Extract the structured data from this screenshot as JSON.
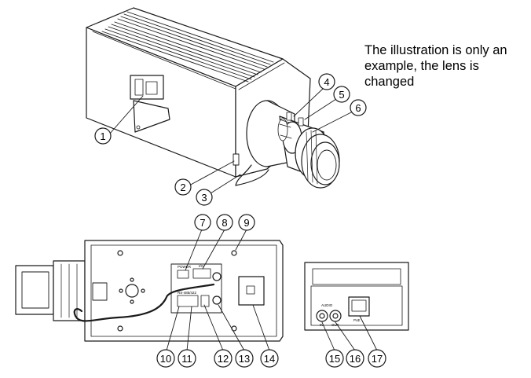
{
  "note": {
    "lines": [
      "The illustration is only an",
      "example, the lens is",
      "changed"
    ]
  },
  "callouts": {
    "c1": "1",
    "c2": "2",
    "c3": "3",
    "c4": "4",
    "c5": "5",
    "c6": "6",
    "c7": "7",
    "c8": "8",
    "c9": "9",
    "c10": "10",
    "c11": "11",
    "c12": "12",
    "c13": "13",
    "c14": "14",
    "c15": "15",
    "c16": "16",
    "c17": "17"
  },
  "port_labels": {
    "power": "POWER",
    "io": "I/O",
    "rs": "RS-485/422",
    "audio": "AUDIO",
    "audio_in": "IN",
    "audio_out": "OUT",
    "poe": "PoE"
  },
  "colors": {
    "line": "#1a1a1a",
    "body_fill": "#ffffff",
    "shade": "#cfcfcf"
  }
}
